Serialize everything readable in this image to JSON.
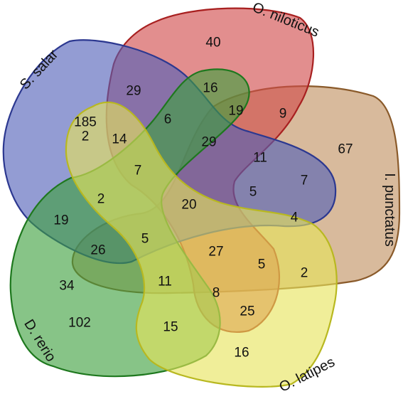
{
  "diagram": {
    "type": "venn-5",
    "sets": [
      {
        "key": "s_salar",
        "label": "S. salar",
        "fill": "#5060b8",
        "stroke": "#2c3890"
      },
      {
        "key": "o_niloticus",
        "label": "O. niloticus",
        "fill": "#d04848",
        "stroke": "#a82020"
      },
      {
        "key": "i_punctatus",
        "label": "I. punctatus",
        "fill": "#c09060",
        "stroke": "#8a5a2a"
      },
      {
        "key": "o_latipes",
        "label": "O. latipes",
        "fill": "#e6e45a",
        "stroke": "#b8b820"
      },
      {
        "key": "d_rerio",
        "label": "D. rerio",
        "fill": "#3ea03e",
        "stroke": "#1e781e"
      }
    ],
    "regions": [
      {
        "value": "185"
      },
      {
        "value": "40"
      },
      {
        "value": "67"
      },
      {
        "value": "16"
      },
      {
        "value": "102"
      },
      {
        "value": "29"
      },
      {
        "value": "16"
      },
      {
        "value": "19"
      },
      {
        "value": "9"
      },
      {
        "value": "6"
      },
      {
        "value": "14"
      },
      {
        "value": "2"
      },
      {
        "value": "29"
      },
      {
        "value": "11"
      },
      {
        "value": "7"
      },
      {
        "value": "7"
      },
      {
        "value": "2"
      },
      {
        "value": "20"
      },
      {
        "value": "5"
      },
      {
        "value": "4"
      },
      {
        "value": "19"
      },
      {
        "value": "5"
      },
      {
        "value": "26"
      },
      {
        "value": "27"
      },
      {
        "value": "5"
      },
      {
        "value": "2"
      },
      {
        "value": "34"
      },
      {
        "value": "11"
      },
      {
        "value": "8"
      },
      {
        "value": "25"
      },
      {
        "value": "15"
      }
    ]
  }
}
